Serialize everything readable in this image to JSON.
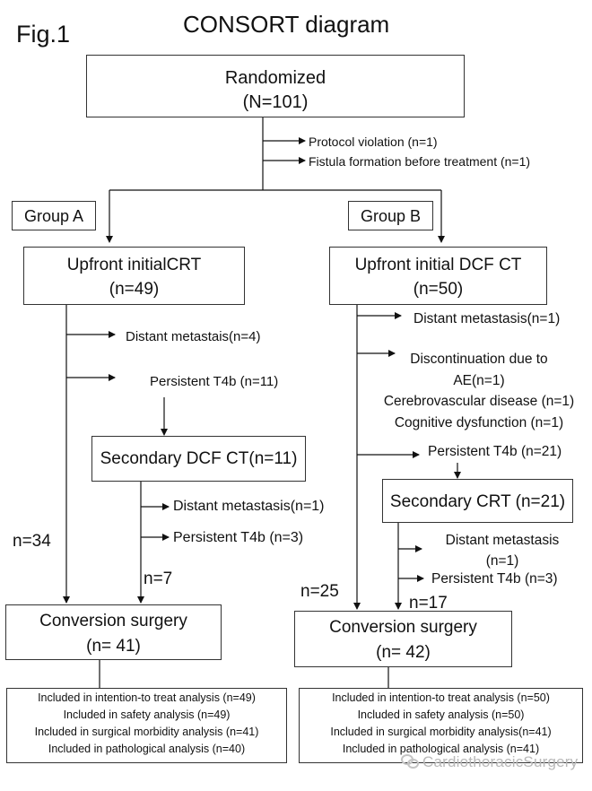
{
  "fig_label": "Fig.1",
  "title": "CONSORT diagram",
  "randomized": {
    "label": "Randomized",
    "n": "(N=101)"
  },
  "exclusions": [
    "Protocol violation (n=1)",
    "Fistula formation before treatment (n=1)"
  ],
  "group_a": {
    "label": "Group A",
    "initial": {
      "label": "Upfront initialCRT",
      "n": "(n=49)"
    },
    "excl1": "Distant metastais(n=4)",
    "excl2": "Persistent T4b (n=11)",
    "secondary": "Secondary DCF CT(n=11)",
    "sec_excl1": "Distant metastasis(n=1)",
    "sec_excl2": "Persistent T4b (n=3)",
    "direct_n": "n=34",
    "secondary_n": "n=7",
    "surgery": {
      "label": "Conversion surgery",
      "n": "(n= 41)"
    },
    "analysis": [
      "Included in intention-to treat analysis (n=49)",
      "Included in safety analysis (n=49)",
      "Included in surgical morbidity analysis (n=41)",
      "Included in pathological analysis (n=40)"
    ]
  },
  "group_b": {
    "label": "Group B",
    "initial": {
      "label": "Upfront initial DCF CT",
      "n": "(n=50)"
    },
    "excl1": "Distant metastasis(n=1)",
    "excl2_lines": [
      "Discontinuation due to",
      "AE(n=1)",
      "Cerebrovascular disease (n=1)",
      "Cognitive dysfunction (n=1)"
    ],
    "excl3": "Persistent T4b (n=21)",
    "secondary": "Secondary CRT (n=21)",
    "sec_excl1_lines": [
      "Distant metastasis",
      "(n=1)"
    ],
    "sec_excl2": "Persistent T4b (n=3)",
    "direct_n": "n=25",
    "secondary_n": "n=17",
    "surgery": {
      "label": "Conversion surgery",
      "n": "(n= 42)"
    },
    "analysis": [
      "Included in intention-to treat analysis (n=50)",
      "Included in safety analysis (n=50)",
      "Included in surgical morbidity  analysis(n=41)",
      "Included in pathological analysis (n=41)"
    ]
  },
  "watermark": "CardiothoracicSurgery"
}
